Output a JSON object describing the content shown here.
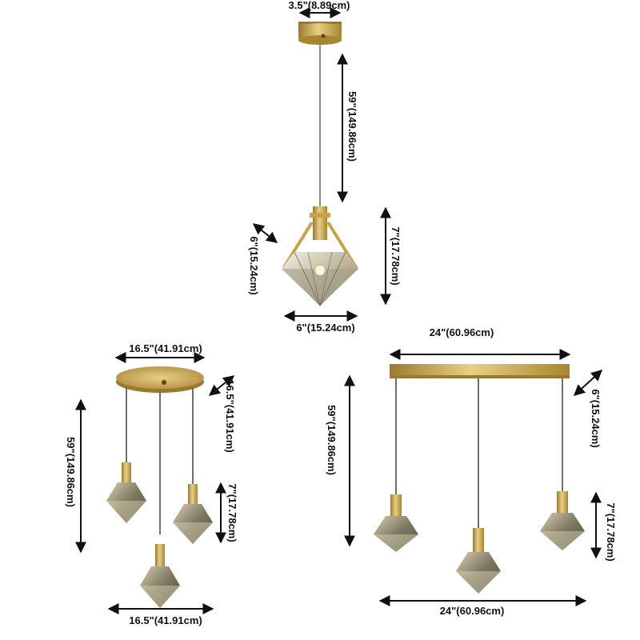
{
  "colors": {
    "background": "#ffffff",
    "brass": "#c9a24a",
    "brass_dark": "#9a7a2e",
    "brass_light": "#e8cf86",
    "crystal": "#d9d2bd",
    "cord": "#8a8a86",
    "arrow": "#111111"
  },
  "top_pendant": {
    "canopy_width": "3.5\"(8.89cm)",
    "cord_length": "59\"(149.86cm)",
    "depth": "6\"(15.24cm)",
    "height": "7\"(17.78cm)",
    "width": "6\"(15.24cm)"
  },
  "round_cluster": {
    "canopy_width": "16.5\"(41.91cm)",
    "canopy_depth": "16.5\"(41.91cm)",
    "cord_length": "59\"(149.86cm)",
    "shade_height": "7\"(17.78cm)",
    "spread_width": "16.5\"(41.91cm)"
  },
  "linear_bar": {
    "bar_width": "24\"(60.96cm)",
    "bar_depth": "6\"(15.24cm)",
    "cord_length": "59\"(149.86cm)",
    "shade_height": "7\"(17.78cm)",
    "spread_width": "24\"(60.96cm)"
  }
}
